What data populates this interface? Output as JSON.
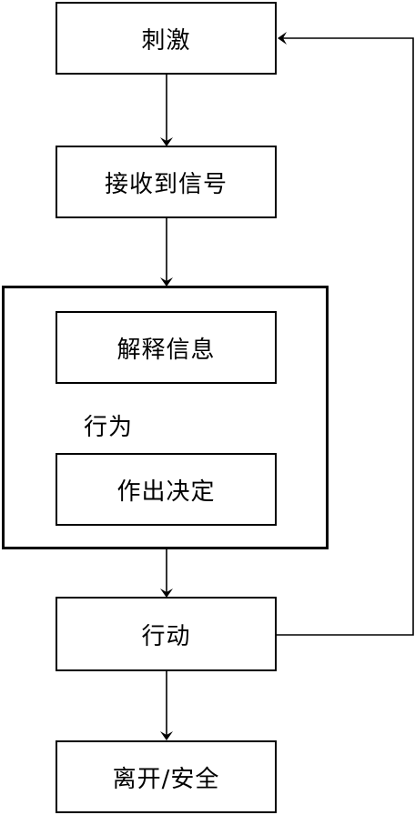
{
  "nodes": {
    "stimulus": "刺激",
    "receive_signal": "接收到信号",
    "interpret_info": "解释信息",
    "make_decision": "作出决定",
    "action": "行动",
    "leave_safe": "离开/安全"
  },
  "group": {
    "label": "行为"
  }
}
